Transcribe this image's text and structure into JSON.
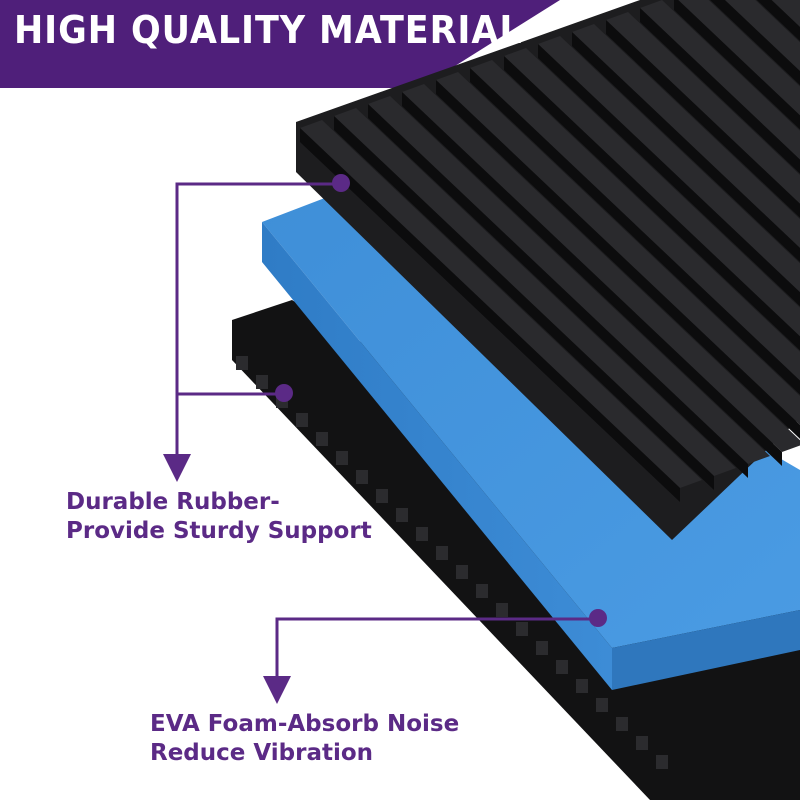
{
  "banner": {
    "title": "HIGH QUALITY MATERIAL"
  },
  "labels": {
    "rubber": {
      "line1": "Durable Rubber-",
      "line2": "Provide Sturdy Support"
    },
    "foam": {
      "line1": "EVA Foam-Absorb Noise",
      "line2": "Reduce Vibration"
    }
  },
  "layers": [
    {
      "name": "top-ribbed-rubber",
      "material": "rubber",
      "color": "#1b1b1d"
    },
    {
      "name": "middle-eva-foam",
      "material": "foam",
      "color": "#3f8fd6"
    },
    {
      "name": "bottom-rubber",
      "material": "rubber",
      "color": "#161617"
    }
  ],
  "colors": {
    "accent": "#5b2a86",
    "banner": "#4f1f7a",
    "foam": "#3f8fd6",
    "rubber": "#1b1b1d"
  }
}
